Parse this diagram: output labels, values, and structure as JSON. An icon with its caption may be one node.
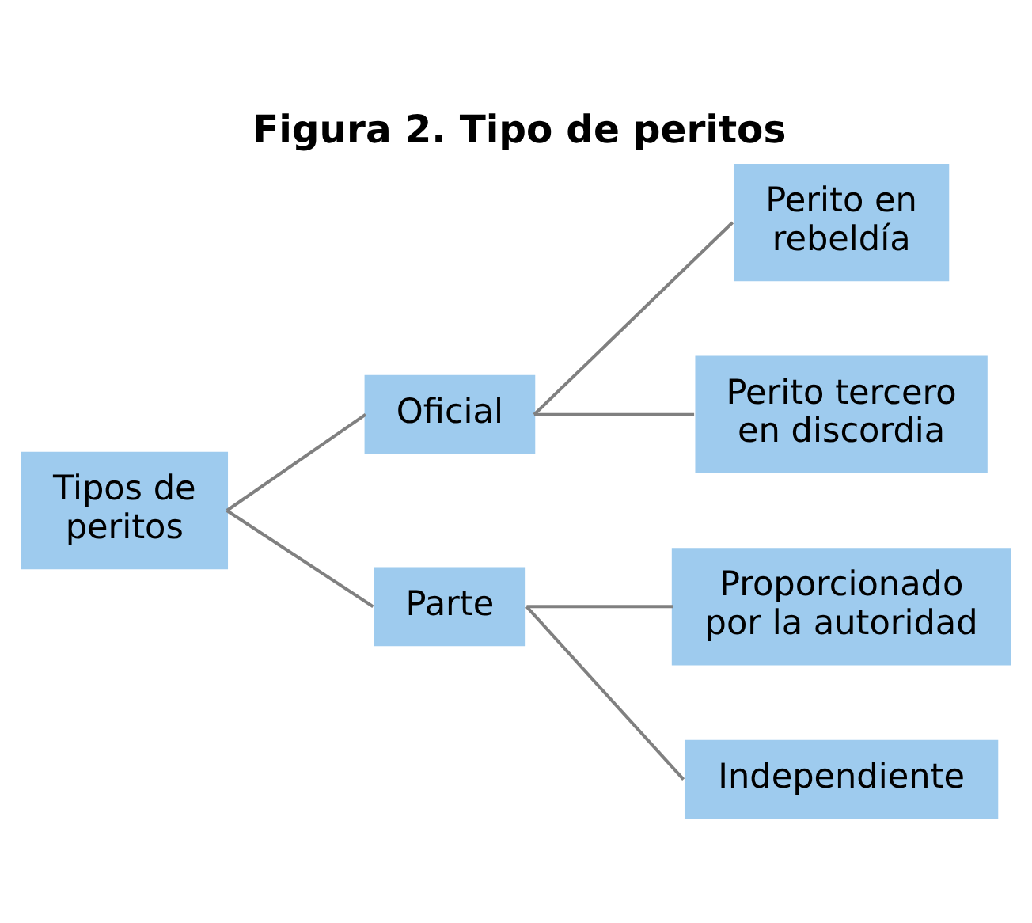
{
  "diagram": {
    "title": "Figura 2. Tipo de peritos",
    "nodes": [
      {
        "text": [
          "Tipos de peritos"
        ]
      },
      {
        "text": [
          "Oficial"
        ]
      },
      {
        "text": [
          "Perito en rebeldía"
        ]
      },
      {
        "text": [
          "Perito tercero en discordia"
        ]
      },
      {
        "text": [
          "Parte"
        ]
      },
      {
        "text": [
          "Proporcionado por la autoridad"
        ]
      },
      {
        "text": [
          "Independiente"
        ]
      }
    ],
    "edges": [
      {
        "from": 0,
        "to": 1,
        "arrow": "none"
      },
      {
        "from": 0,
        "to": 4,
        "arrow": "none"
      },
      {
        "from": 1,
        "to": 2,
        "arrow": "none"
      },
      {
        "from": 1,
        "to": 3,
        "arrow": "none"
      },
      {
        "from": 4,
        "to": 5,
        "arrow": "none"
      },
      {
        "from": 4,
        "to": 6,
        "arrow": "none"
      }
    ]
  }
}
